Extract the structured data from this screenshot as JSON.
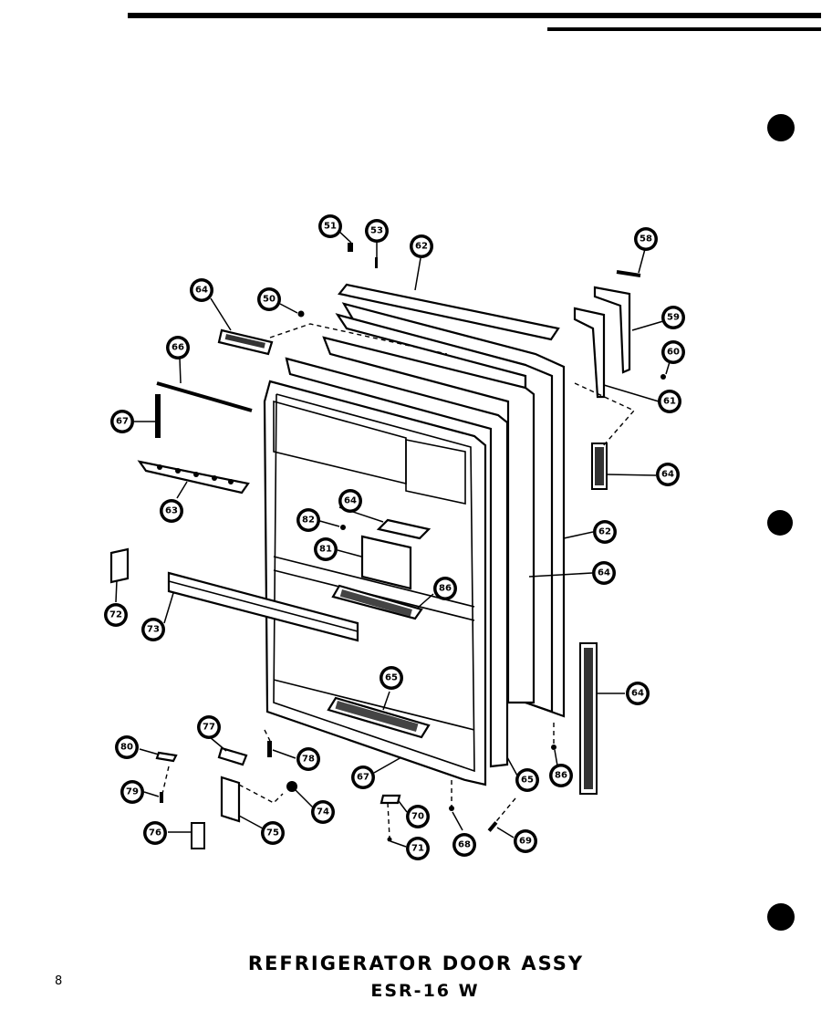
{
  "title": {
    "line1": "REFRIGERATOR DOOR ASSY",
    "line2": "ESR-16 W"
  },
  "page_number": "8",
  "callouts": [
    {
      "label": "51"
    },
    {
      "label": "53"
    },
    {
      "label": "62"
    },
    {
      "label": "58"
    },
    {
      "label": "64"
    },
    {
      "label": "50"
    },
    {
      "label": "59"
    },
    {
      "label": "60"
    },
    {
      "label": "66"
    },
    {
      "label": "61"
    },
    {
      "label": "67"
    },
    {
      "label": "64"
    },
    {
      "label": "63"
    },
    {
      "label": "64"
    },
    {
      "label": "82"
    },
    {
      "label": "62"
    },
    {
      "label": "81"
    },
    {
      "label": "64"
    },
    {
      "label": "72"
    },
    {
      "label": "86"
    },
    {
      "label": "73"
    },
    {
      "label": "65"
    },
    {
      "label": "64"
    },
    {
      "label": "77"
    },
    {
      "label": "80"
    },
    {
      "label": "78"
    },
    {
      "label": "67"
    },
    {
      "label": "65"
    },
    {
      "label": "86"
    },
    {
      "label": "79"
    },
    {
      "label": "74"
    },
    {
      "label": "70"
    },
    {
      "label": "76"
    },
    {
      "label": "75"
    },
    {
      "label": "71"
    },
    {
      "label": "68"
    },
    {
      "label": "69"
    }
  ]
}
